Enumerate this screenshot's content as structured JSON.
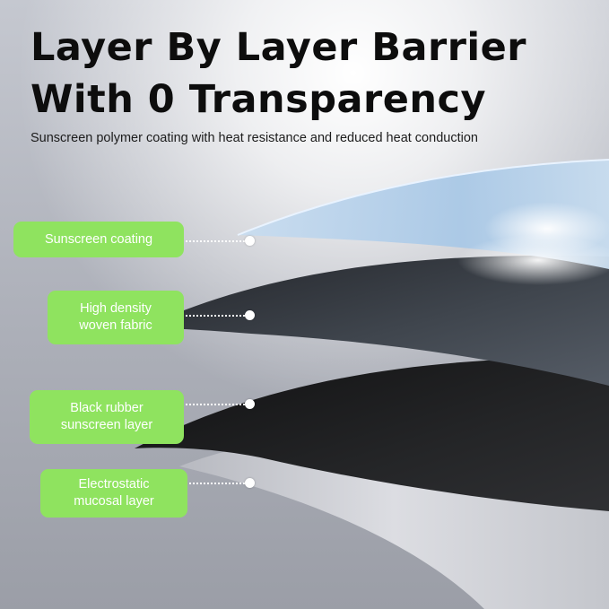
{
  "headline": {
    "line1": "Layer By Layer Barrier",
    "line2": "With 0 Transparency"
  },
  "subhead": "Sunscreen polymer coating with heat resistance and reduced heat conduction",
  "labels": [
    {
      "text": "Sunscreen coating",
      "icon": "dot-marker"
    },
    {
      "text": "High density\nwoven fabric",
      "icon": "dot-marker"
    },
    {
      "text": "Black rubber\nsunscreen layer",
      "icon": "dot-marker"
    },
    {
      "text": "Electrostatic\nmucosal layer",
      "icon": "dot-marker"
    }
  ],
  "colors": {
    "label_green": "#8fe35f",
    "label_text": "#ffffff",
    "headline_text": "#0d0d0d",
    "background": "#a9adb6",
    "coating_blue": "#b9d4ec",
    "fabric_dark": "#3a3d43",
    "rubber_black": "#1b1b1c",
    "mucosal_light": "#cfd0d6"
  }
}
